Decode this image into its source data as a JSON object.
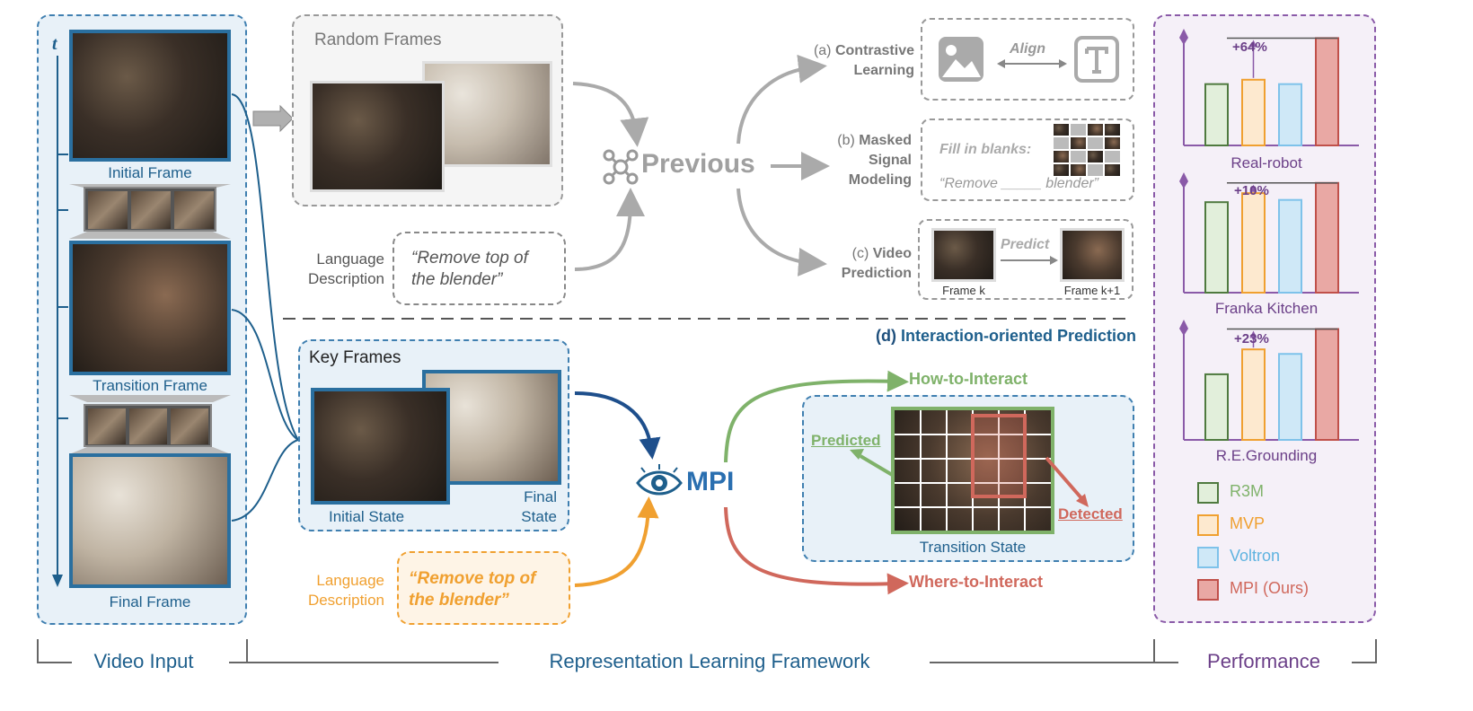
{
  "video_input": {
    "axis_label": "t",
    "initial_frame": "Initial Frame",
    "transition_frame": "Transition Frame",
    "final_frame": "Final Frame"
  },
  "previous": {
    "random_frames": "Random Frames",
    "language_label": "Language\nDescription",
    "language_quote": "“Remove top of\nthe blender”",
    "hub_label": "Previous",
    "a_tag": "(a)",
    "a_title": "Contrastive\nLearning",
    "align_label": "Align",
    "b_tag": "(b)",
    "b_title": "Masked\nSignal\nModeling",
    "fill_label": "Fill in blanks:",
    "remove_blank": "“Remove _____ blender”",
    "c_tag": "(c)",
    "c_title": "Video\nPrediction",
    "predict_label": "Predict",
    "frame_k": "Frame k",
    "frame_k1": "Frame k+1"
  },
  "mpi": {
    "d_tag": "(d)",
    "d_title": "Interaction-oriented Prediction",
    "key_frames": "Key Frames",
    "initial_state": "Initial State",
    "final_state": "Final\nState",
    "language_label": "Language\nDescription",
    "language_quote": "“Remove top of\nthe blender”",
    "hub_label": "MPI",
    "how_to": "How-to-Interact",
    "where_to": "Where-to-Interact",
    "predicted": "Predicted",
    "detected": "Detected",
    "transition_state": "Transition State"
  },
  "performance": {
    "charts": [
      {
        "title": "Real-robot",
        "delta": "+64%"
      },
      {
        "title": "Franka Kitchen",
        "delta": "+10%"
      },
      {
        "title": "R.E.Grounding",
        "delta": "+23%"
      }
    ],
    "legend": [
      "R3M",
      "MVP",
      "Voltron",
      "MPI (Ours)"
    ]
  },
  "chart_data": [
    {
      "type": "bar",
      "title": "Real-robot",
      "categories": [
        "R3M",
        "MVP",
        "Voltron",
        "MPI (Ours)"
      ],
      "values": [
        0.56,
        0.6,
        0.56,
        0.98
      ],
      "annotation": "+64%"
    },
    {
      "type": "bar",
      "title": "Franka Kitchen",
      "categories": [
        "R3M",
        "MVP",
        "Voltron",
        "MPI (Ours)"
      ],
      "values": [
        0.8,
        0.88,
        0.82,
        0.97
      ],
      "annotation": "+10%"
    },
    {
      "type": "bar",
      "title": "R.E.Grounding",
      "categories": [
        "R3M",
        "MVP",
        "Voltron",
        "MPI (Ours)"
      ],
      "values": [
        0.58,
        0.8,
        0.76,
        0.98
      ],
      "annotation": "+23%"
    }
  ],
  "footer": {
    "video_input": "Video Input",
    "framework": "Representation Learning Framework",
    "performance": "Performance"
  },
  "colors": {
    "blue_dark": "#1e5f8c",
    "gray": "#9e9e9e",
    "green": "#7fb26a",
    "orange": "#f0a030",
    "red": "#d0685c",
    "purple": "#8a5aa8",
    "r3m": "#e2efdb",
    "mvp": "#fde9cf",
    "voltron": "#cfe8f7",
    "mpi": "#e9a8a4"
  }
}
